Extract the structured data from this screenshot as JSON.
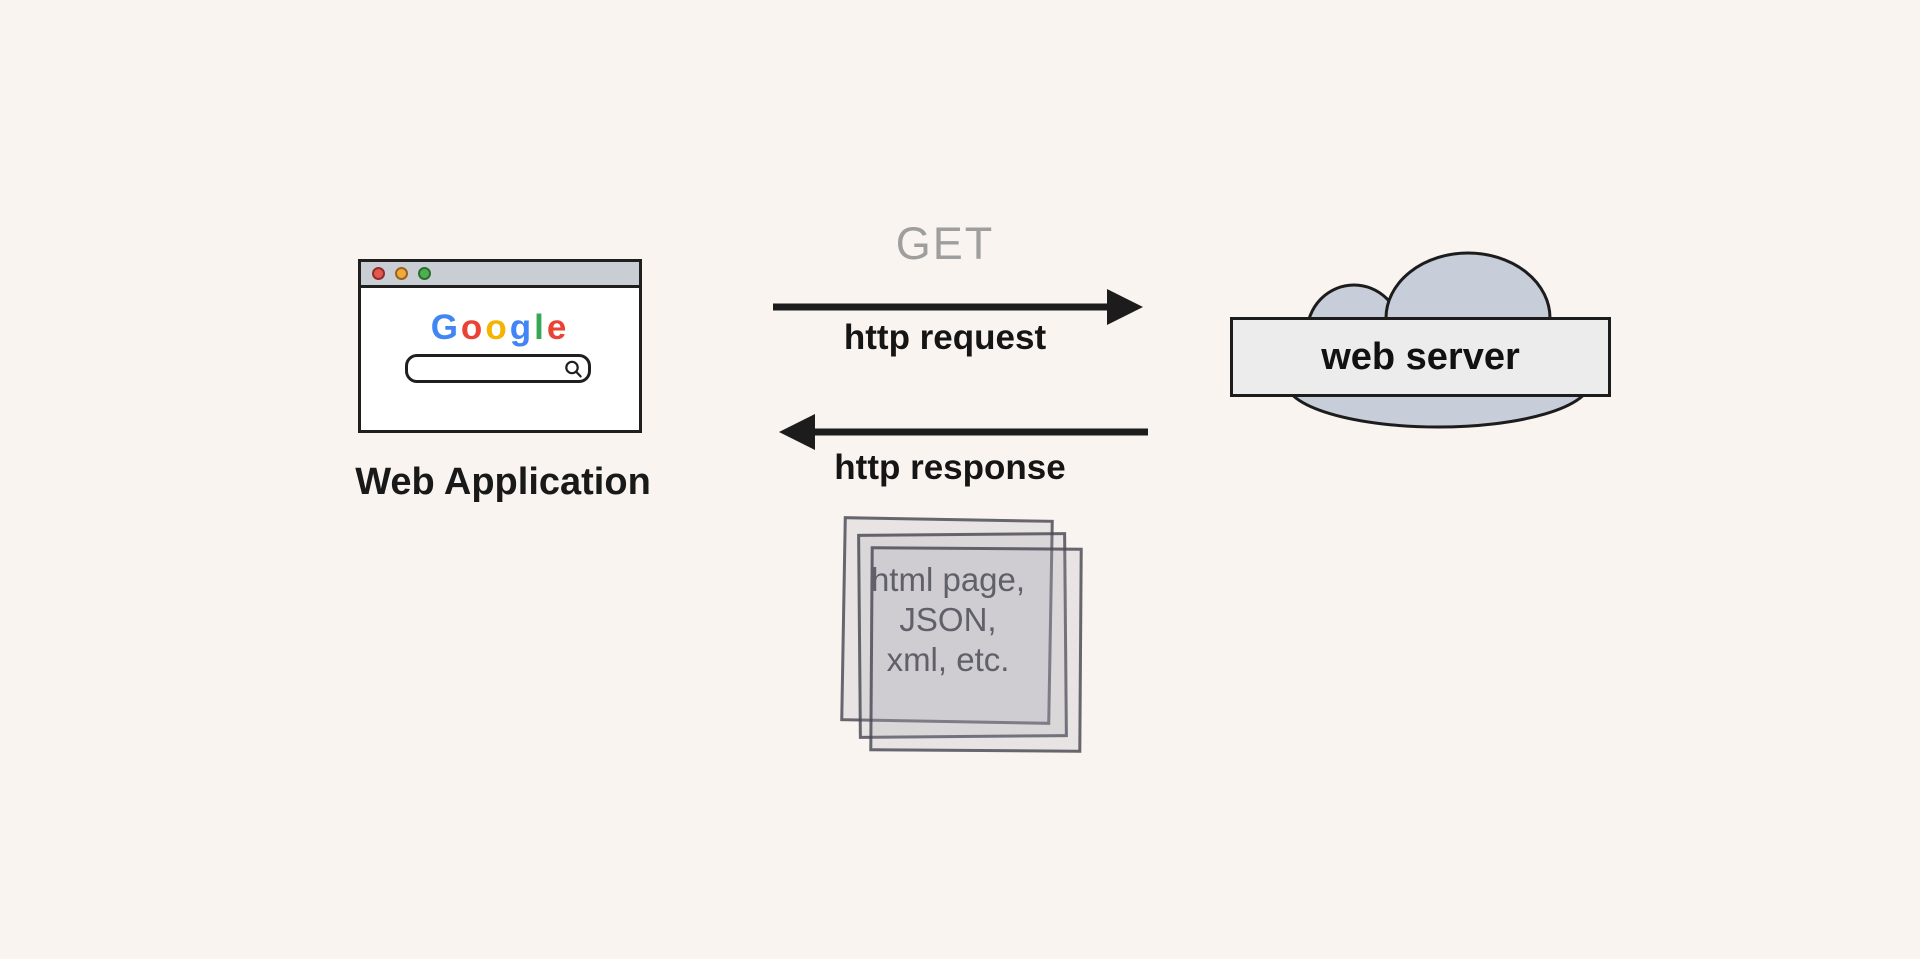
{
  "canvas": {
    "background": "#f9f4ef"
  },
  "browser": {
    "window_dots": [
      {
        "name": "red",
        "color": "#e4574f",
        "border": "#8f2f27"
      },
      {
        "name": "yellow",
        "color": "#f2a93c",
        "border": "#96641a"
      },
      {
        "name": "green",
        "color": "#4db04f",
        "border": "#2c6e2f"
      }
    ],
    "titlebar_color": "#c9ced5",
    "logo_letters": [
      {
        "ch": "G",
        "color": "#4285F4"
      },
      {
        "ch": "o",
        "color": "#EA4335"
      },
      {
        "ch": "o",
        "color": "#F4B400"
      },
      {
        "ch": "g",
        "color": "#4285F4"
      },
      {
        "ch": "l",
        "color": "#34A853"
      },
      {
        "ch": "e",
        "color": "#EA4335"
      }
    ],
    "label": "Web Application"
  },
  "request": {
    "method": "GET",
    "label": "http request"
  },
  "response": {
    "label": "http response",
    "payload_lines": [
      "html page,",
      "JSON,",
      "xml, etc."
    ]
  },
  "server": {
    "label": "web server",
    "cloud_color": "#c7cdd9",
    "box_color": "#ececec",
    "outline_color": "#1c1c1c"
  },
  "arrow_color": "#1c1c1c"
}
